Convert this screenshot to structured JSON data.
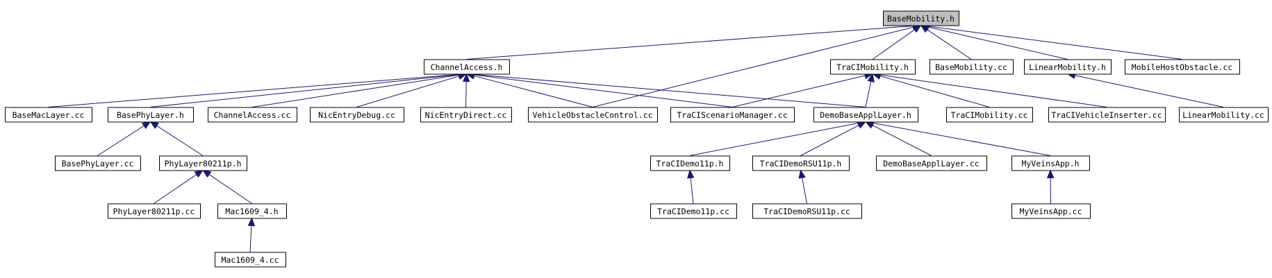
{
  "graph": {
    "nodes": [
      {
        "id": "root",
        "label": "BaseMobility.h",
        "root": true
      },
      {
        "id": "ca_h",
        "label": "ChannelAccess.h"
      },
      {
        "id": "traci_h",
        "label": "TraCIMobility.h"
      },
      {
        "id": "bm_cc",
        "label": "BaseMobility.cc"
      },
      {
        "id": "lm_h",
        "label": "LinearMobility.h"
      },
      {
        "id": "mho_cc",
        "label": "MobileHostObstacle.cc"
      },
      {
        "id": "bml_cc",
        "label": "BaseMacLayer.cc"
      },
      {
        "id": "bpl_h",
        "label": "BasePhyLayer.h"
      },
      {
        "id": "ca_cc",
        "label": "ChannelAccess.cc"
      },
      {
        "id": "ned_cc",
        "label": "NicEntryDebug.cc"
      },
      {
        "id": "nedir_cc",
        "label": "NicEntryDirect.cc"
      },
      {
        "id": "voc_cc",
        "label": "VehicleObstacleControl.cc"
      },
      {
        "id": "tsm_cc",
        "label": "TraCIScenarioManager.cc"
      },
      {
        "id": "dbal_h",
        "label": "DemoBaseApplLayer.h"
      },
      {
        "id": "tm_cc",
        "label": "TraCIMobility.cc"
      },
      {
        "id": "tvi_cc",
        "label": "TraCIVehicleInserter.cc"
      },
      {
        "id": "lm_cc",
        "label": "LinearMobility.cc"
      },
      {
        "id": "bpl_cc",
        "label": "BasePhyLayer.cc"
      },
      {
        "id": "pl_h",
        "label": "PhyLayer80211p.h"
      },
      {
        "id": "td11_h",
        "label": "TraCIDemo11p.h"
      },
      {
        "id": "trsu_h",
        "label": "TraCIDemoRSU11p.h"
      },
      {
        "id": "dbal_cc",
        "label": "DemoBaseApplLayer.cc"
      },
      {
        "id": "mva_h",
        "label": "MyVeinsApp.h"
      },
      {
        "id": "pl_cc",
        "label": "PhyLayer80211p.cc"
      },
      {
        "id": "mac_h",
        "label": "Mac1609_4.h"
      },
      {
        "id": "td11_cc",
        "label": "TraCIDemo11p.cc"
      },
      {
        "id": "trsu_cc",
        "label": "TraCIDemoRSU11p.cc"
      },
      {
        "id": "mva_cc",
        "label": "MyVeinsApp.cc"
      },
      {
        "id": "mac_cc",
        "label": "Mac1609_4.cc"
      }
    ],
    "edges": [
      [
        "ca_h",
        "root"
      ],
      [
        "voc_cc",
        "root"
      ],
      [
        "traci_h",
        "root"
      ],
      [
        "bm_cc",
        "root"
      ],
      [
        "lm_h",
        "root"
      ],
      [
        "mho_cc",
        "root"
      ],
      [
        "bml_cc",
        "ca_h"
      ],
      [
        "bpl_h",
        "ca_h"
      ],
      [
        "ca_cc",
        "ca_h"
      ],
      [
        "ned_cc",
        "ca_h"
      ],
      [
        "nedir_cc",
        "ca_h"
      ],
      [
        "voc_cc",
        "ca_h"
      ],
      [
        "tsm_cc",
        "ca_h"
      ],
      [
        "dbal_h",
        "ca_h"
      ],
      [
        "tsm_cc",
        "traci_h"
      ],
      [
        "dbal_h",
        "traci_h"
      ],
      [
        "tm_cc",
        "traci_h"
      ],
      [
        "tvi_cc",
        "traci_h"
      ],
      [
        "lm_cc",
        "lm_h"
      ],
      [
        "bpl_cc",
        "bpl_h"
      ],
      [
        "pl_h",
        "bpl_h"
      ],
      [
        "pl_cc",
        "pl_h"
      ],
      [
        "mac_h",
        "pl_h"
      ],
      [
        "mac_cc",
        "mac_h"
      ],
      [
        "td11_h",
        "dbal_h"
      ],
      [
        "trsu_h",
        "dbal_h"
      ],
      [
        "dbal_cc",
        "dbal_h"
      ],
      [
        "mva_h",
        "dbal_h"
      ],
      [
        "td11_cc",
        "td11_h"
      ],
      [
        "trsu_cc",
        "trsu_h"
      ],
      [
        "mva_cc",
        "mva_h"
      ]
    ]
  }
}
